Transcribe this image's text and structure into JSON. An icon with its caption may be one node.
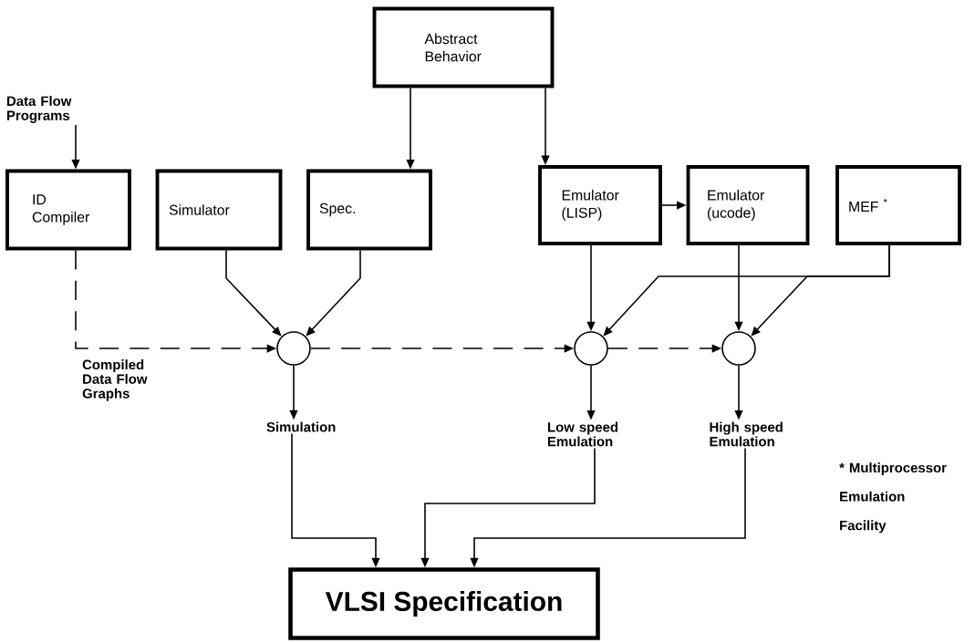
{
  "diagram": {
    "nodes": [
      {
        "text": [
          "Abstract Behavior"
        ]
      },
      {
        "text": [
          "Data Flow Programs"
        ]
      },
      {
        "text": [
          "ID Compiler"
        ]
      },
      {
        "text": [
          "Simulator"
        ]
      },
      {
        "text": [
          "Spec."
        ]
      },
      {
        "text": [
          "Emulator (LISP)"
        ]
      },
      {
        "text": [
          "Emulator (ucode)"
        ]
      },
      {
        "text": [
          "MEF $^{*}$"
        ]
      },
      {
        "text": [],
        "shape": "circle"
      },
      {
        "text": [],
        "shape": "circle"
      },
      {
        "text": [],
        "shape": "circle"
      },
      {
        "text": [
          "Simulation"
        ]
      },
      {
        "text": [
          "Low speed Emulation"
        ]
      },
      {
        "text": [
          "High speed Emulation"
        ]
      },
      {
        "text": [
          "VLSI Specification"
        ]
      }
    ],
    "edges": [
      {
        "from": 1,
        "to": 2,
        "arrow": "to"
      },
      {
        "from": 0,
        "to": 4,
        "arrow": "to"
      },
      {
        "from": 0,
        "to": 5,
        "arrow": "to"
      },
      {
        "from": 2,
        "to": 8,
        "arrow": "to",
        "style": "dashed",
        "label": "Compiled Data Flow Graphs"
      },
      {
        "from": 3,
        "to": 8,
        "arrow": "to"
      },
      {
        "from": 4,
        "to": 8,
        "arrow": "to"
      },
      {
        "from": 8,
        "to": 9,
        "arrow": "to",
        "style": "dashed"
      },
      {
        "from": 9,
        "to": 10,
        "arrow": "to",
        "style": "dashed"
      },
      {
        "from": 5,
        "to": 6,
        "arrow": "to"
      },
      {
        "from": 5,
        "to": 9,
        "arrow": "to"
      },
      {
        "from": 6,
        "to": 10,
        "arrow": "to"
      },
      {
        "from": 7,
        "to": 9,
        "arrow": "to"
      },
      {
        "from": 7,
        "to": 10,
        "arrow": "to"
      },
      {
        "from": 8,
        "to": 11,
        "arrow": "to"
      },
      {
        "from": 9,
        "to": 12,
        "arrow": "to"
      },
      {
        "from": 10,
        "to": 13,
        "arrow": "to"
      },
      {
        "from": 11,
        "to": 14,
        "arrow": "to"
      },
      {
        "from": 12,
        "to": 14,
        "arrow": "to"
      },
      {
        "from": 13,
        "to": 14,
        "arrow": "to"
      }
    ],
    "labels": [
      "* Multiprocessor Emulation Facility"
    ]
  }
}
